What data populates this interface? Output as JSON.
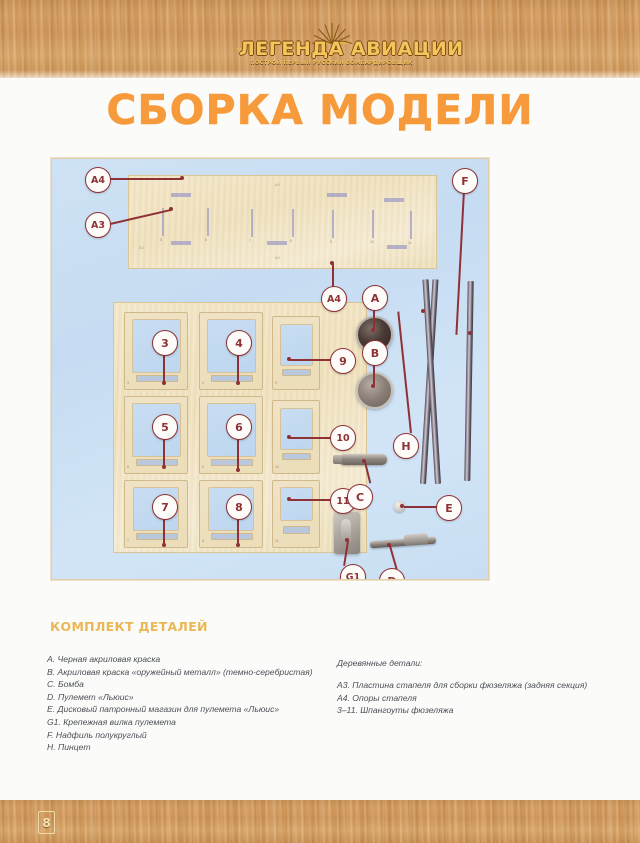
{
  "logo": {
    "title": "ЛЕГЕНДА АВИАЦИИ",
    "subtitle": "ПОСТРОЙ ПЕРВЫЙ РУССКИЙ БОМБАРДИРОВЩИК",
    "emblem": "sunburst-icon"
  },
  "page_title": "СБОРКА МОДЕЛИ",
  "page_number": "8",
  "colors": {
    "title_orange": "#f79a3c",
    "heading_gold": "#eab755",
    "callout_maroon": "#8e3236",
    "wood": "#cf9252",
    "photo_bg": "#c9def3",
    "plywood": "#f0e3c5"
  },
  "photo": {
    "name": "parts-photo",
    "callouts": [
      {
        "id": "A4-top",
        "label": "A4"
      },
      {
        "id": "A3",
        "label": "A3"
      },
      {
        "id": "A4-mid",
        "label": "A4"
      },
      {
        "id": "3",
        "label": "3"
      },
      {
        "id": "4",
        "label": "4"
      },
      {
        "id": "9",
        "label": "9"
      },
      {
        "id": "5",
        "label": "5"
      },
      {
        "id": "6",
        "label": "6"
      },
      {
        "id": "10",
        "label": "10"
      },
      {
        "id": "7",
        "label": "7"
      },
      {
        "id": "8",
        "label": "8"
      },
      {
        "id": "11",
        "label": "11"
      },
      {
        "id": "A",
        "label": "A"
      },
      {
        "id": "B",
        "label": "B"
      },
      {
        "id": "C",
        "label": "C"
      },
      {
        "id": "D",
        "label": "D"
      },
      {
        "id": "E",
        "label": "E"
      },
      {
        "id": "F",
        "label": "F"
      },
      {
        "id": "H",
        "label": "H"
      },
      {
        "id": "G1",
        "label": "G1"
      }
    ],
    "plywood_marks": {
      "strip_top_label": "A4",
      "strip_bottom_label": "A4",
      "strip_side_label": "A3",
      "slot_numbers": [
        "5",
        "6",
        "7",
        "8",
        "9",
        "10",
        "11"
      ],
      "frame_numbers": [
        "3",
        "4",
        "9",
        "5",
        "6",
        "10",
        "7",
        "8",
        "11"
      ]
    }
  },
  "kit": {
    "heading": "КОМПЛЕКТ ДЕТАЛЕЙ",
    "left_items": [
      "A. Черная акриловая краска",
      "B. Акриловая краска «оружейный металл» (темно-серебристая)",
      "C. Бомба",
      "D. Пулемет «Льюис»",
      "E. Дисковый патронный магазин для пулемета «Льюис»",
      "G1. Крепежная вилка пулемета",
      "F. Надфиль полукруглый",
      "H. Пинцет"
    ],
    "right_heading": "Деревянные детали:",
    "right_items": [
      "A3. Пластина стапеля для сборки фюзеляжа (задняя секция)",
      "A4. Опоры стапеля",
      "3–11. Шпангоуты фюзеляжа"
    ]
  }
}
